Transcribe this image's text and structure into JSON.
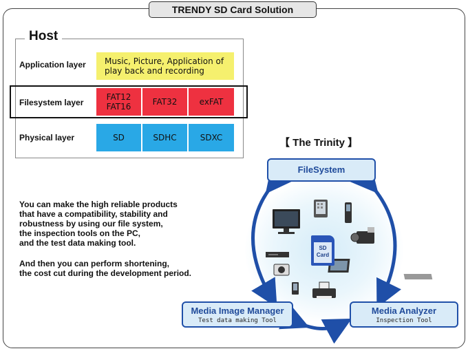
{
  "title": "TRENDY SD Card Solution",
  "host": {
    "title": "Host",
    "layers": {
      "application": {
        "label": "Application layer",
        "cells": [
          "Music, Picture, Application of play back and recording"
        ]
      },
      "filesystem": {
        "label": "Filesystem layer",
        "cells": [
          "FAT12\nFAT16",
          "FAT32",
          "exFAT"
        ]
      },
      "physical": {
        "label": "Physical layer",
        "cells": [
          "SD",
          "SDHC",
          "SDXC"
        ]
      }
    }
  },
  "description": {
    "para1": [
      "You can make the high reliable products",
      "that have a compatibility, stability and",
      "robustness by using our file system,",
      "the inspection tools on the PC,",
      "and the test data making tool."
    ],
    "para2": [
      "And then you can perform shortening,",
      "the cost cut during the development period."
    ]
  },
  "trinity": {
    "title": "【 The Trinity 】",
    "filesystem": {
      "label": "FileSystem"
    },
    "media_image_manager": {
      "label": "Media Image Manager",
      "sub": "Test data making Tool"
    },
    "media_analyzer": {
      "label": "Media Analyzer",
      "sub": "Inspection Tool"
    },
    "sd_card_label": [
      "SD",
      "Card"
    ]
  },
  "colors": {
    "application": "#f5f06e",
    "filesystem": "#ee3140",
    "physical": "#29a8e6",
    "trinity_border": "#1f4fa8",
    "arrow": "#1f4fa8"
  },
  "devices": [
    "tv-icon",
    "tablet-icon",
    "phone-icon",
    "camcorder-icon",
    "dvd-player-icon",
    "camera-icon",
    "laptop-icon",
    "mobile-icon",
    "printer-icon"
  ]
}
